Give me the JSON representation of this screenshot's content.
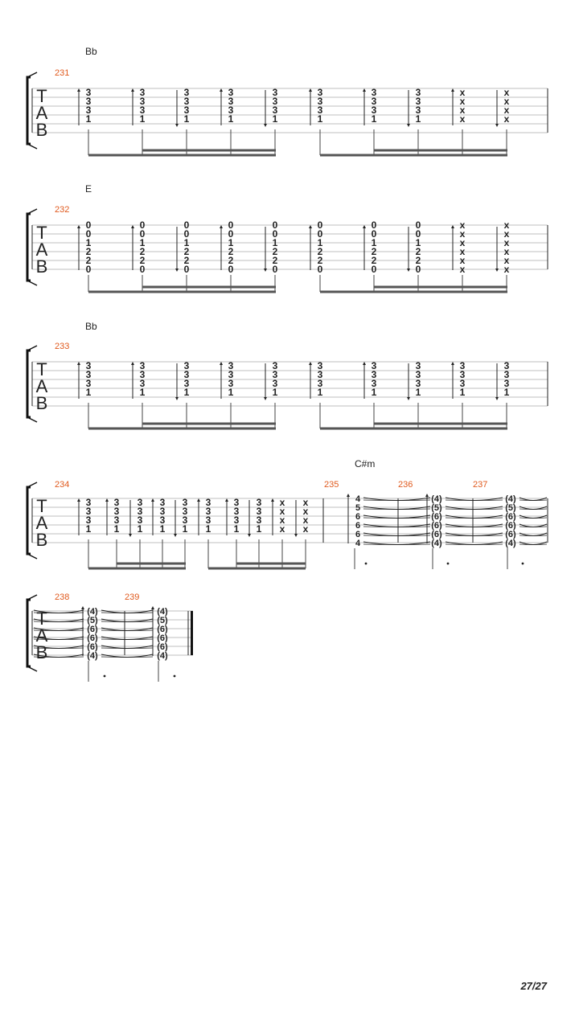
{
  "page": {
    "number": "27/27"
  },
  "tab_clef": [
    "T",
    "A",
    "B"
  ],
  "systems": [
    {
      "chord": "Bb",
      "measures": [
        {
          "number": "231",
          "events": [
            {
              "frets": [
                "3",
                "3",
                "3",
                "1"
              ],
              "stroke": "up",
              "beam": 1
            },
            {
              "frets": [
                "3",
                "3",
                "3",
                "1"
              ],
              "stroke": "up",
              "beam": 2
            },
            {
              "frets": [
                "3",
                "3",
                "3",
                "1"
              ],
              "stroke": "down",
              "beam": 2
            },
            {
              "frets": [
                "3",
                "3",
                "3",
                "1"
              ],
              "stroke": "up",
              "beam": 2
            },
            {
              "frets": [
                "3",
                "3",
                "3",
                "1"
              ],
              "stroke": "down",
              "beam": 2
            },
            {
              "frets": [
                "3",
                "3",
                "3",
                "1"
              ],
              "stroke": "up",
              "beam": 1
            },
            {
              "frets": [
                "3",
                "3",
                "3",
                "1"
              ],
              "stroke": "up",
              "beam": 2
            },
            {
              "frets": [
                "3",
                "3",
                "3",
                "1"
              ],
              "stroke": "down",
              "beam": 2
            },
            {
              "frets": [
                "x",
                "x",
                "x",
                "x"
              ],
              "stroke": "up",
              "beam": 2
            },
            {
              "frets": [
                "x",
                "x",
                "x",
                "x"
              ],
              "stroke": "down",
              "beam": 2
            }
          ]
        }
      ]
    },
    {
      "chord": "E",
      "measures": [
        {
          "number": "232",
          "events": [
            {
              "frets": [
                "0",
                "0",
                "1",
                "2",
                "2",
                "0"
              ],
              "stroke": "up",
              "beam": 1
            },
            {
              "frets": [
                "0",
                "0",
                "1",
                "2",
                "2",
                "0"
              ],
              "stroke": "up",
              "beam": 2
            },
            {
              "frets": [
                "0",
                "0",
                "1",
                "2",
                "2",
                "0"
              ],
              "stroke": "down",
              "beam": 2
            },
            {
              "frets": [
                "0",
                "0",
                "1",
                "2",
                "2",
                "0"
              ],
              "stroke": "up",
              "beam": 2
            },
            {
              "frets": [
                "0",
                "0",
                "1",
                "2",
                "2",
                "0"
              ],
              "stroke": "down",
              "beam": 2
            },
            {
              "frets": [
                "0",
                "0",
                "1",
                "2",
                "2",
                "0"
              ],
              "stroke": "up",
              "beam": 1
            },
            {
              "frets": [
                "0",
                "0",
                "1",
                "2",
                "2",
                "0"
              ],
              "stroke": "up",
              "beam": 2
            },
            {
              "frets": [
                "0",
                "0",
                "1",
                "2",
                "2",
                "0"
              ],
              "stroke": "down",
              "beam": 2
            },
            {
              "frets": [
                "x",
                "x",
                "x",
                "x",
                "x",
                "x"
              ],
              "stroke": "up",
              "beam": 2
            },
            {
              "frets": [
                "x",
                "x",
                "x",
                "x",
                "x",
                "x"
              ],
              "stroke": "down",
              "beam": 2
            }
          ]
        }
      ]
    },
    {
      "chord": "Bb",
      "measures": [
        {
          "number": "233",
          "events": [
            {
              "frets": [
                "3",
                "3",
                "3",
                "1"
              ],
              "stroke": "up",
              "beam": 1
            },
            {
              "frets": [
                "3",
                "3",
                "3",
                "1"
              ],
              "stroke": "up",
              "beam": 2
            },
            {
              "frets": [
                "3",
                "3",
                "3",
                "1"
              ],
              "stroke": "down",
              "beam": 2
            },
            {
              "frets": [
                "3",
                "3",
                "3",
                "1"
              ],
              "stroke": "up",
              "beam": 2
            },
            {
              "frets": [
                "3",
                "3",
                "3",
                "1"
              ],
              "stroke": "down",
              "beam": 2
            },
            {
              "frets": [
                "3",
                "3",
                "3",
                "1"
              ],
              "stroke": "up",
              "beam": 1
            },
            {
              "frets": [
                "3",
                "3",
                "3",
                "1"
              ],
              "stroke": "up",
              "beam": 2
            },
            {
              "frets": [
                "3",
                "3",
                "3",
                "1"
              ],
              "stroke": "down",
              "beam": 2
            },
            {
              "frets": [
                "3",
                "3",
                "3",
                "1"
              ],
              "stroke": "up",
              "beam": 2
            },
            {
              "frets": [
                "3",
                "3",
                "3",
                "1"
              ],
              "stroke": "down",
              "beam": 2
            }
          ]
        }
      ]
    },
    {
      "chord": "C#m",
      "measures": [
        {
          "number": "234",
          "events": [
            {
              "frets": [
                "3",
                "3",
                "3",
                "1"
              ],
              "stroke": "up"
            },
            {
              "frets": [
                "3",
                "3",
                "3",
                "1"
              ],
              "stroke": "up"
            },
            {
              "frets": [
                "3",
                "3",
                "3",
                "1"
              ],
              "stroke": "down"
            },
            {
              "frets": [
                "3",
                "3",
                "3",
                "1"
              ],
              "stroke": "up"
            },
            {
              "frets": [
                "3",
                "3",
                "3",
                "1"
              ],
              "stroke": "down"
            },
            {
              "frets": [
                "3",
                "3",
                "3",
                "1"
              ],
              "stroke": "up"
            },
            {
              "frets": [
                "3",
                "3",
                "3",
                "1"
              ],
              "stroke": "up"
            },
            {
              "frets": [
                "3",
                "3",
                "3",
                "1"
              ],
              "stroke": "down"
            },
            {
              "frets": [
                "x",
                "x",
                "x",
                "x"
              ],
              "stroke": "up"
            },
            {
              "frets": [
                "x",
                "x",
                "x",
                "x"
              ],
              "stroke": "down"
            }
          ]
        },
        {
          "number": "235",
          "frets": [
            "4",
            "5",
            "6",
            "6",
            "6",
            "4"
          ]
        },
        {
          "number": "236",
          "frets": [
            "(4)",
            "(5)",
            "(6)",
            "(6)",
            "(6)",
            "(4)"
          ]
        },
        {
          "number": "237",
          "frets": [
            "(4)",
            "(5)",
            "(6)",
            "(6)",
            "(6)",
            "(4)"
          ]
        }
      ]
    },
    {
      "chord": "",
      "measures": [
        {
          "number": "238",
          "frets": [
            "(4)",
            "(5)",
            "(6)",
            "(6)",
            "(6)",
            "(4)"
          ]
        },
        {
          "number": "239",
          "frets": [
            "(4)",
            "(5)",
            "(6)",
            "(6)",
            "(6)",
            "(4)"
          ]
        }
      ]
    }
  ]
}
